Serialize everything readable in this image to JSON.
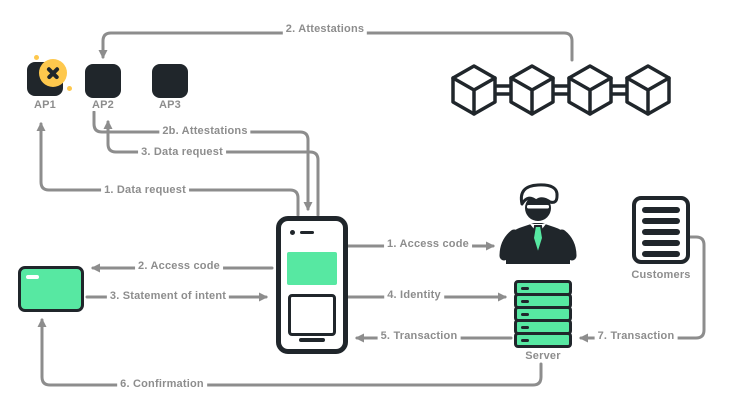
{
  "colors": {
    "dark": "#20262b",
    "green": "#57e8a2",
    "gray": "#8d8d8d",
    "yellow": "#fec84d",
    "white": "#ffffff"
  },
  "providers": [
    {
      "label": "AP1",
      "status": "declined"
    },
    {
      "label": "AP2",
      "status": "normal"
    },
    {
      "label": "AP3",
      "status": "normal"
    }
  ],
  "blockchain": {
    "cubes": 4
  },
  "labels": {
    "attestations_top": "2. Attestations",
    "attestations_2b": "2b. Attestations",
    "data_request_3": "3. Data request",
    "data_request_1": "1. Data request",
    "access_code_1": "1. Access code",
    "access_code_2": "2. Access code",
    "statement_of_intent": "3. Statement of intent",
    "identity": "4. Identity",
    "transaction_5": "5. Transaction",
    "confirmation": "6. Confirmation",
    "transaction_7": "7. Transaction"
  },
  "entities": {
    "server_label": "Server",
    "customers_label": "Customers"
  },
  "icons": {
    "declined_badge": "x-mark",
    "phone": "smartphone",
    "card": "id-card",
    "person": "clerk-with-tie",
    "server": "server-stack",
    "database": "customer-database",
    "blockchain": "linked-cubes"
  }
}
